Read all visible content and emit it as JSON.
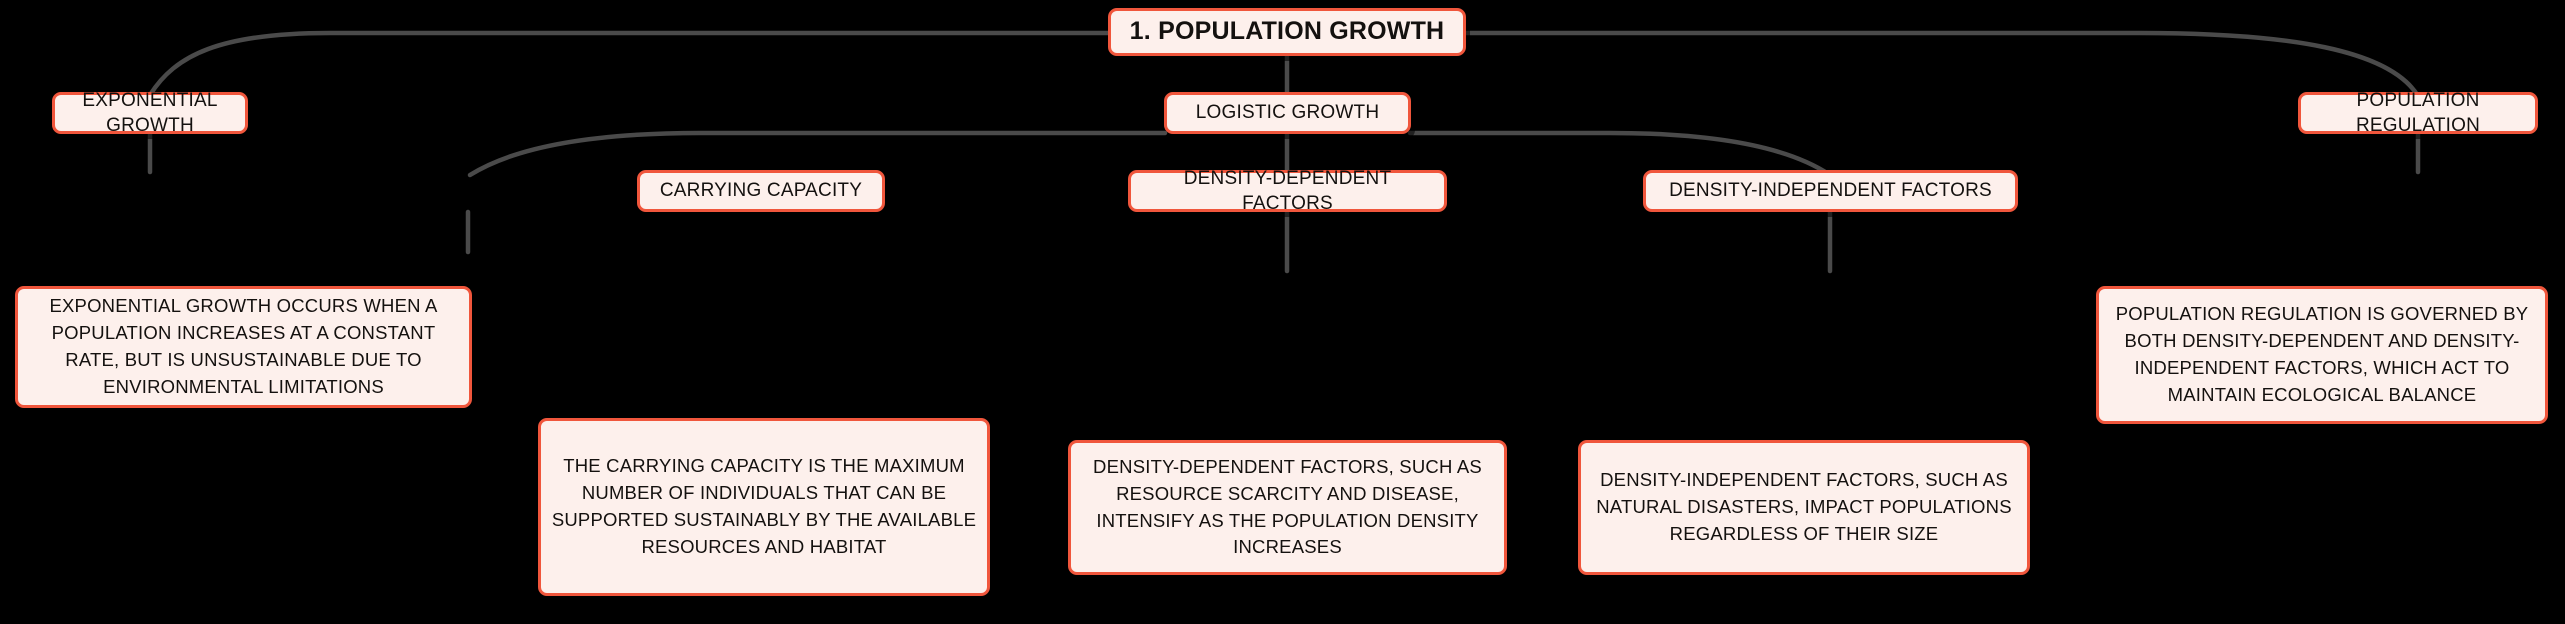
{
  "diagram": {
    "title": "1. POPULATION GROWTH",
    "type": "mind-map",
    "background_color": "#000000",
    "node_fill_color": "#fdf0ec",
    "node_border_color": "#f0563c",
    "connector_color": "#4a4a4a",
    "text_color": "#14110f"
  },
  "nodes": {
    "root": {
      "label": "1. POPULATION GROWTH"
    },
    "branch_exponential": {
      "label": "EXPONENTIAL GROWTH"
    },
    "leaf_exponential": {
      "label": "EXPONENTIAL GROWTH OCCURS WHEN A POPULATION INCREASES AT A CONSTANT RATE, BUT IS UNSUSTAINABLE DUE TO ENVIRONMENTAL LIMITATIONS"
    },
    "branch_logistic": {
      "label": "LOGISTIC GROWTH"
    },
    "branch_carrying_capacity": {
      "label": "CARRYING CAPACITY"
    },
    "leaf_carrying_capacity": {
      "label": "THE CARRYING CAPACITY IS THE MAXIMUM NUMBER OF INDIVIDUALS THAT CAN BE SUPPORTED SUSTAINABLY BY THE AVAILABLE RESOURCES AND HABITAT"
    },
    "branch_density_dependent": {
      "label": "DENSITY-DEPENDENT FACTORS"
    },
    "leaf_density_dependent": {
      "label": "DENSITY-DEPENDENT FACTORS, SUCH AS RESOURCE SCARCITY AND DISEASE, INTENSIFY AS THE POPULATION DENSITY INCREASES"
    },
    "branch_density_independent": {
      "label": "DENSITY-INDEPENDENT FACTORS"
    },
    "leaf_density_independent": {
      "label": "DENSITY-INDEPENDENT FACTORS, SUCH AS NATURAL DISASTERS, IMPACT POPULATIONS REGARDLESS OF THEIR SIZE"
    },
    "branch_population_regulation": {
      "label": "POPULATION REGULATION"
    },
    "leaf_population_regulation": {
      "label": "POPULATION REGULATION IS GOVERNED BY BOTH DENSITY-DEPENDENT AND DENSITY-INDEPENDENT FACTORS, WHICH ACT TO MAINTAIN ECOLOGICAL BALANCE"
    }
  }
}
